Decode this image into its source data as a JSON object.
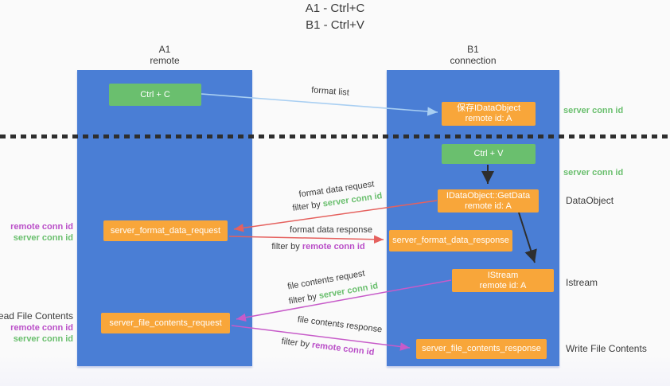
{
  "title": {
    "line1": "A1 - Ctrl+C",
    "line2": "B1 - Ctrl+V"
  },
  "lifelines": {
    "a1": {
      "name": "A1",
      "role": "remote"
    },
    "b1": {
      "name": "B1",
      "role": "connection"
    }
  },
  "nodes": {
    "ctrl_c": "Ctrl + C",
    "ctrl_v": "Ctrl + V",
    "save_idataobject": {
      "line1": "保存IDataObject",
      "line2": "remote id: A"
    },
    "getdata": {
      "line1": "IDataObject::GetData",
      "line2": "remote id: A"
    },
    "istream": {
      "line1": "IStream",
      "line2": "remote id: A"
    },
    "server_format_data_request": "server_format_data_request",
    "server_format_data_response": "server_format_data_response",
    "server_file_contents_request": "server_file_contents_request",
    "server_file_contents_response": "server_file_contents_response"
  },
  "edges": {
    "format_list": "format list",
    "format_data_request": "format data request",
    "format_data_response": "format data response",
    "file_contents_request": "file contents request",
    "file_contents_response": "file contents response",
    "filter_by": "filter by ",
    "server_conn_id": "server conn id",
    "remote_conn_id": "remote conn id"
  },
  "annotations": {
    "right": {
      "server_conn_id_1": "server conn id",
      "server_conn_id_2": "server conn id",
      "dataobject": "DataObject",
      "istream": "Istream",
      "write_file_contents": "Write File Contents"
    },
    "left": {
      "remote_conn_id_1": "remote conn id",
      "server_conn_id_1": "server conn id",
      "read_file_contents": "Read File Contents",
      "remote_conn_id_2": "remote conn id",
      "server_conn_id_2": "server conn id"
    }
  },
  "colors": {
    "column_blue": "#4a7ed5",
    "node_green": "#6abf6e",
    "node_orange": "#f8a63a",
    "text_green": "#6abf6e",
    "text_purple": "#ba4fc8",
    "arrow_red": "#e5615e",
    "arrow_magenta": "#c75bc9",
    "arrow_lightblue": "#a9cff2",
    "arrow_black": "#2e2e2e",
    "text_dark": "#3a3a3a"
  }
}
